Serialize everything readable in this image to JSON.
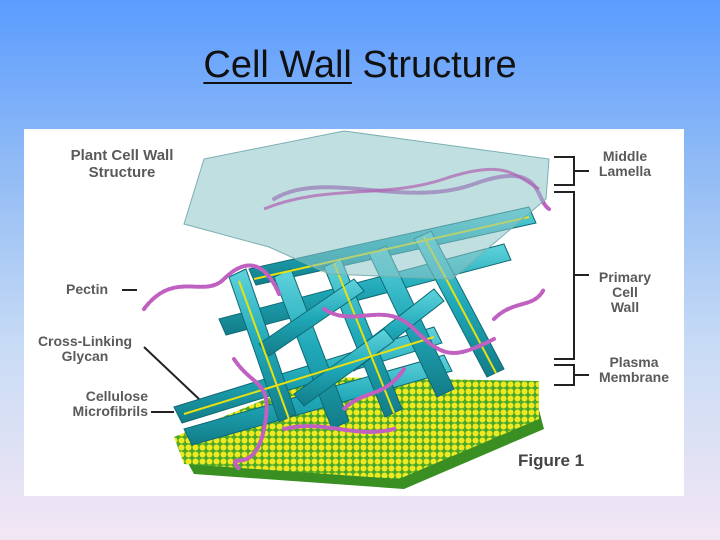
{
  "slide": {
    "title_underlined": "Cell Wall",
    "title_rest": " Structure"
  },
  "figure": {
    "heading_line1": "Plant Cell Wall",
    "heading_line2": "Structure",
    "caption": "Figure 1",
    "labels": {
      "pectin": "Pectin",
      "cross_linking_line1": "Cross-Linking",
      "cross_linking_line2": "Glycan",
      "cellulose_line1": "Cellulose",
      "cellulose_line2": "Microfibrils",
      "middle_lamella_line1": "Middle",
      "middle_lamella_line2": "Lamella",
      "primary_wall_line1": "Primary",
      "primary_wall_line2": "Cell",
      "primary_wall_line3": "Wall",
      "plasma_line1": "Plasma",
      "plasma_line2": "Membrane"
    },
    "colors": {
      "cellulose": "#1fa8b8",
      "lamella": "#9fc9c9",
      "pectin": "#c060c0",
      "membrane": "#e8e010",
      "membrane_base": "#4aa82a",
      "label_text": "#5a5a5a"
    }
  }
}
